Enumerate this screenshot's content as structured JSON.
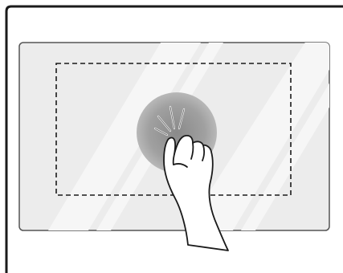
{
  "illustration": {
    "subject": "touch-screen-tap-instruction",
    "gesture": "single-finger-tap",
    "touch_area": "dashed-rectangle",
    "colors": {
      "screen_fill": "#ececec",
      "screen_border": "#555555",
      "touch_glow": "#8f8f8f",
      "outline": "#1a1a1a",
      "hand_fill": "#ffffff"
    }
  }
}
